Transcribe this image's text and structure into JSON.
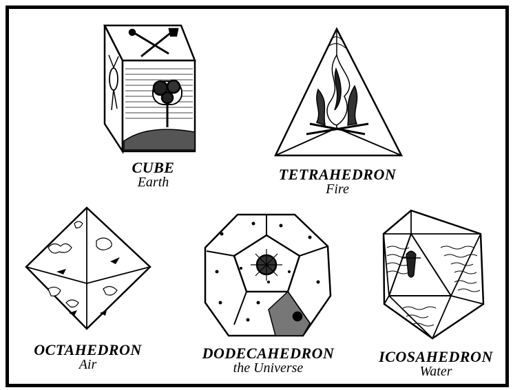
{
  "solids": [
    {
      "name": "CUBE",
      "element": "Earth"
    },
    {
      "name": "TETRAHEDRON",
      "element": "Fire"
    },
    {
      "name": "OCTAHEDRON",
      "element": "Air"
    },
    {
      "name": "DODECAHEDRON",
      "element": "the Universe"
    },
    {
      "name": "ICOSAHEDRON",
      "element": "Water"
    }
  ]
}
